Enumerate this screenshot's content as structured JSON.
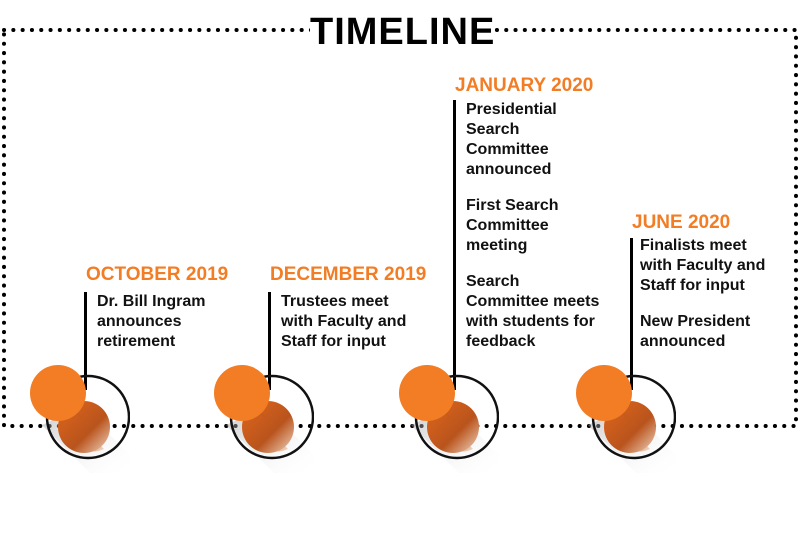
{
  "title": "TIMELINE",
  "colors": {
    "accent": "#f27d25",
    "text": "#111111",
    "frame": "#000000"
  },
  "milestones": [
    {
      "date": "OCTOBER 2019",
      "events": [
        [
          "Dr. Bill Ingram",
          "announces",
          "retirement"
        ]
      ]
    },
    {
      "date": "DECEMBER 2019",
      "events": [
        [
          "Trustees meet",
          "with Faculty and",
          "Staff for input"
        ]
      ]
    },
    {
      "date": "JANUARY 2020",
      "events": [
        [
          "Presidential",
          "Search",
          "Committee",
          "announced"
        ],
        [
          "First Search",
          "Committee",
          "meeting"
        ],
        [
          "Search",
          "Committee meets",
          "with students for",
          "feedback"
        ]
      ]
    },
    {
      "date": "JUNE 2020",
      "events": [
        [
          "Finalists meet",
          "with Faculty and",
          "Staff for input"
        ],
        [
          "New President",
          "announced"
        ]
      ]
    }
  ]
}
